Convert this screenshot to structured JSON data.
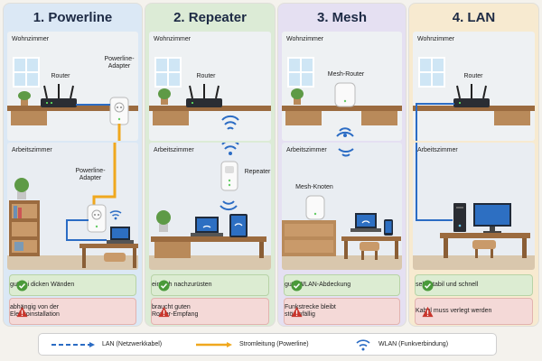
{
  "colors": {
    "lan": "#2b6cc4",
    "power": "#f0a81e",
    "wifi": "#2b6cc4",
    "pro_bg": "#dcecd2",
    "con_bg": "#f4d9d7",
    "panel1": "#dbe8f5",
    "panel2": "#dcebd6",
    "panel3": "#e5e0f2",
    "panel4": "#f7ead0"
  },
  "panels": [
    {
      "title": "1. Powerline",
      "room_top": "Wohnzimmer",
      "room_bottom": "Arbeitszimmer",
      "labels": {
        "router": "Router",
        "adapter_top": "Powerline-\nAdapter",
        "adapter_bottom": "Powerline-\nAdapter"
      },
      "pro": "gut bei dicken Wänden",
      "con": "abhängig von der\nElektroinstallation"
    },
    {
      "title": "2. Repeater",
      "room_top": "Wohnzimmer",
      "room_bottom": "Arbeitszimmer",
      "labels": {
        "router": "Router",
        "repeater": "Repeater"
      },
      "pro": "einfach nachzurüsten",
      "con": "braucht guten\nRouter-Empfang"
    },
    {
      "title": "3. Mesh",
      "room_top": "Wohnzimmer",
      "room_bottom": "Arbeitszimmer",
      "labels": {
        "mesh_router": "Mesh-Router",
        "mesh_node": "Mesh-Knoten"
      },
      "pro": "gute WLAN-Abdeckung",
      "con": "Funkstrecke bleibt\nstöranfällig"
    },
    {
      "title": "4. LAN",
      "room_top": "Wohnzimmer",
      "room_bottom": "Arbeitszimmer",
      "labels": {
        "router": "Router"
      },
      "pro": "sehr stabil und schnell",
      "con": "Kabel muss verlegt werden"
    }
  ],
  "legend": {
    "lan": "LAN (Netzwerkkabel)",
    "power": "Stromleitung (Powerline)",
    "wifi": "WLAN (Funkverbindung)"
  },
  "icons": {
    "pro": "check-circle-icon",
    "con": "warning-triangle-icon",
    "wifi": "wifi-icon"
  }
}
